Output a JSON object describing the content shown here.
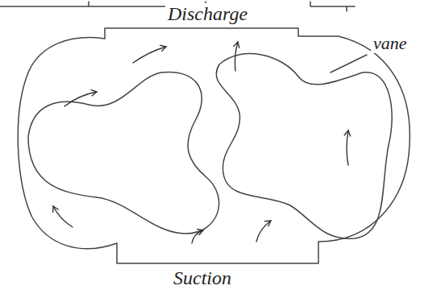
{
  "diagram": {
    "labels": [
      "Discharge",
      "vane",
      "Suction"
    ]
  }
}
